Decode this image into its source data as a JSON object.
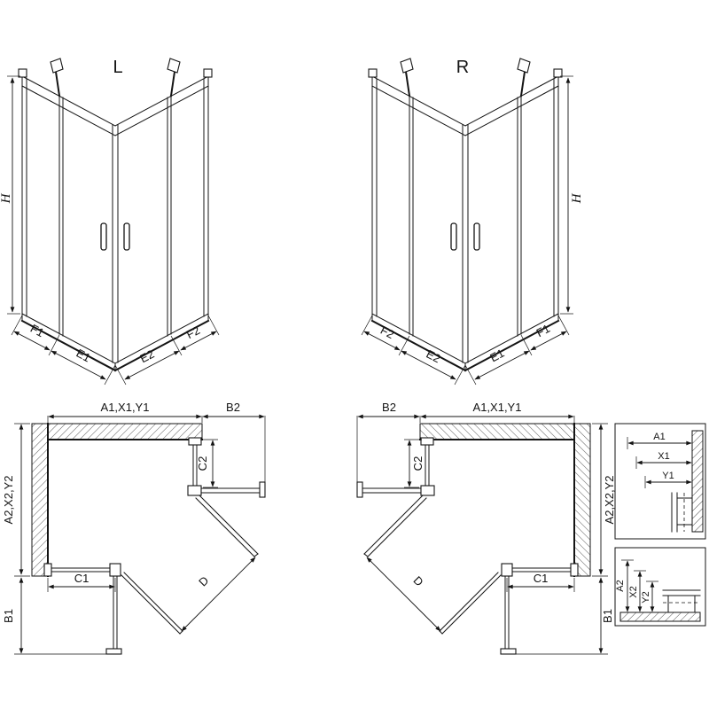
{
  "page": {
    "background": "#ffffff",
    "line_color": "#141414"
  },
  "iso_left": {
    "variant_label": "L",
    "height_label": "H",
    "fixed_left_label": "F1",
    "door_left_label": "E1",
    "door_right_label": "E2",
    "fixed_right_label": "F2"
  },
  "iso_right": {
    "variant_label": "R",
    "height_label": "H",
    "fixed_left_label": "F2",
    "door_left_label": "E2",
    "door_right_label": "E1",
    "fixed_right_label": "F1"
  },
  "plan_left": {
    "width_label": "A1,X1,Y1",
    "door_clearance_top_label": "B2",
    "depth_label": "A2,X2,Y2",
    "fixed_side_label": "C2",
    "fixed_bottom_label": "C1",
    "diagonal_label": "D",
    "door_clearance_side_label": "B1"
  },
  "plan_right": {
    "width_label": "A1,X1,Y1",
    "door_clearance_top_label": "B2",
    "depth_label": "A2,X2,Y2",
    "fixed_side_label": "C2",
    "fixed_bottom_label": "C1",
    "diagonal_label": "D",
    "door_clearance_side_label": "B1"
  },
  "detail_top": {
    "labels": [
      "A1",
      "X1",
      "Y1"
    ]
  },
  "detail_bottom": {
    "labels": [
      "A2",
      "X2",
      "Y2"
    ]
  }
}
